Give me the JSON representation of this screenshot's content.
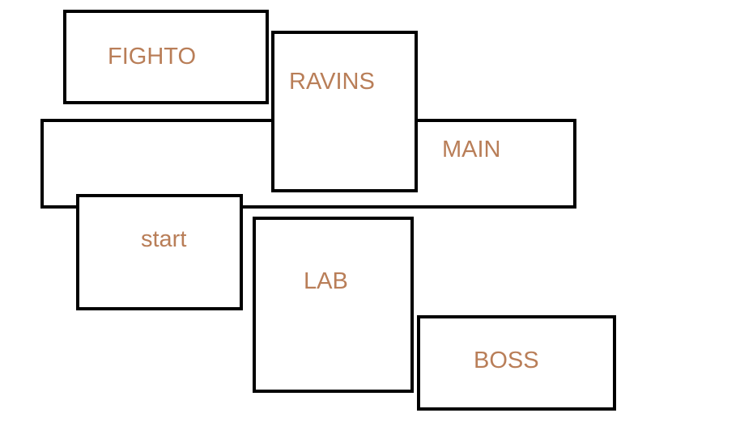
{
  "diagram": {
    "rooms": [
      {
        "id": "fighto",
        "label": "FIGHTO"
      },
      {
        "id": "ravins",
        "label": "RAVINS"
      },
      {
        "id": "main",
        "label": "MAIN"
      },
      {
        "id": "start",
        "label": "start"
      },
      {
        "id": "lab",
        "label": "LAB"
      },
      {
        "id": "boss",
        "label": "BOSS"
      }
    ],
    "colors": {
      "outline": "#000000",
      "label": "#b97e58",
      "background": "#ffffff"
    }
  }
}
